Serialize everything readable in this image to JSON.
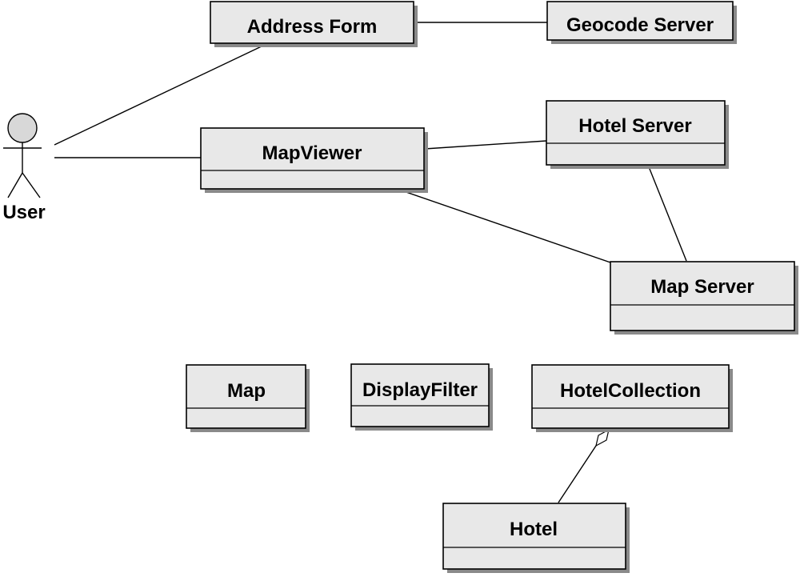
{
  "actor": {
    "name": "User"
  },
  "classes": {
    "address_form": {
      "name": "Address Form"
    },
    "geocode_server": {
      "name": "Geocode Server"
    },
    "hotel_server": {
      "name": "Hotel Server"
    },
    "map_viewer": {
      "name": "MapViewer"
    },
    "map_server": {
      "name": "Map Server"
    },
    "map": {
      "name": "Map"
    },
    "display_filter": {
      "name": "DisplayFilter"
    },
    "hotel_collection": {
      "name": "HotelCollection"
    },
    "hotel": {
      "name": "Hotel"
    }
  },
  "colors": {
    "box_fill": "#e8e8e8",
    "box_shadow": "#8a8a8a",
    "line": "#000000",
    "actor_head_fill": "#d8d8d8",
    "background": "#ffffff"
  }
}
